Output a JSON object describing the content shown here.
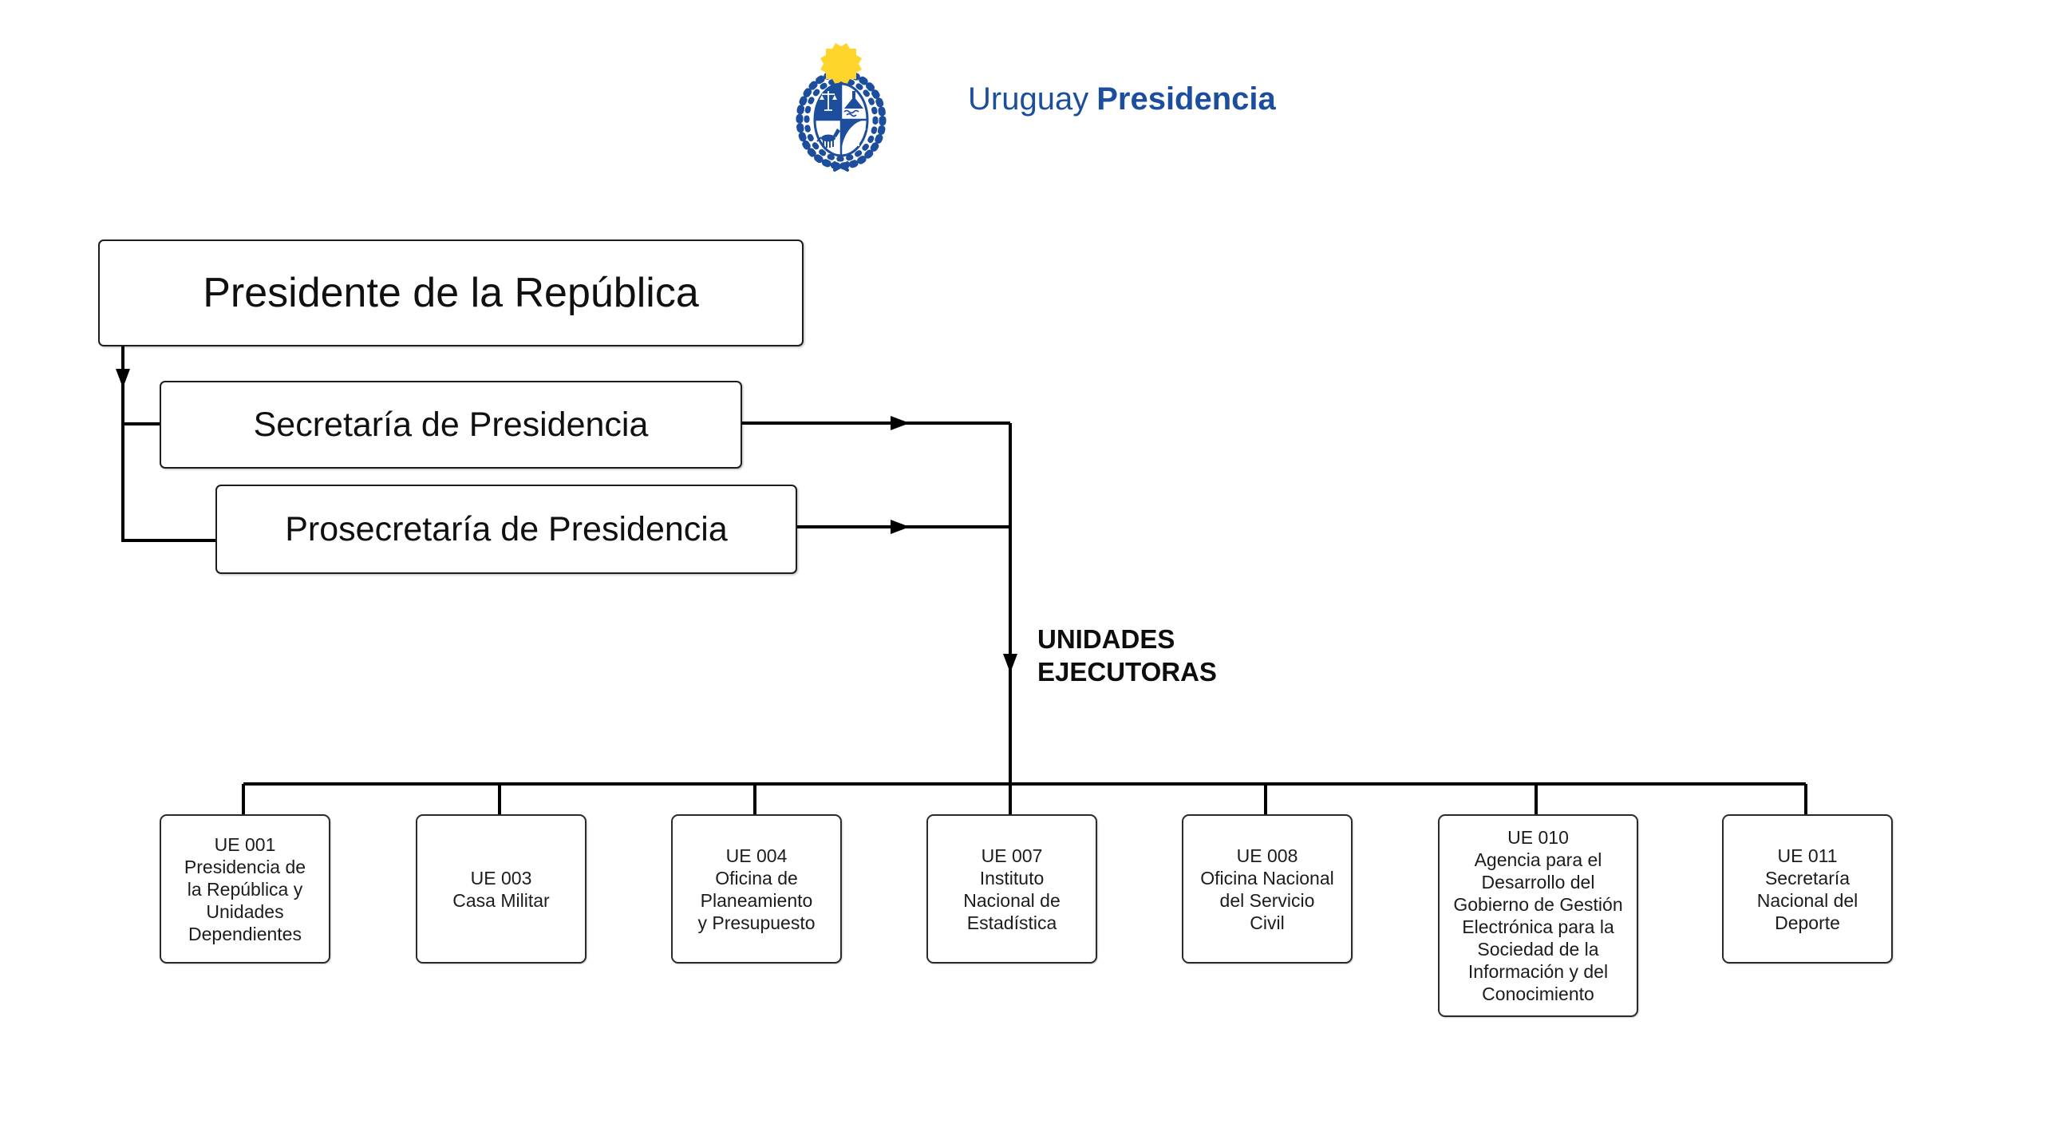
{
  "header": {
    "logo": {
      "emblem": "uruguay-coat-of-arms",
      "wordmark_regular": "Uruguay",
      "wordmark_bold": "Presidencia"
    }
  },
  "nodes": {
    "presidente": {
      "label": "Presidente de la República"
    },
    "secretaria": {
      "label": "Secretaría de Presidencia"
    },
    "prosecretaria": {
      "label": "Prosecretaría de Presidencia"
    }
  },
  "group_label": "UNIDADES\nEJECUTORAS",
  "children": [
    {
      "code": "UE 001",
      "name": "Presidencia de\nla República y\nUnidades\nDependientes"
    },
    {
      "code": "UE 003",
      "name": "Casa Militar"
    },
    {
      "code": "UE 004",
      "name": "Oficina de\nPlaneamiento\ny Presupuesto"
    },
    {
      "code": "UE 007",
      "name": "Instituto\nNacional de\nEstadística"
    },
    {
      "code": "UE 008",
      "name": "Oficina Nacional\ndel Servicio\nCivil"
    },
    {
      "code": "UE 010",
      "name": "Agencia para el\nDesarrollo del\nGobierno de Gestión\nElectrónica para la\nSociedad de la\nInformación y del\nConocimiento"
    },
    {
      "code": "UE 011",
      "name": "Secretaría\nNacional del\nDeporte"
    }
  ],
  "colors": {
    "brand_blue": "#1d4e9e",
    "sun_yellow": "#ffd42b",
    "connector_black": "#000000",
    "box_border": "#1d1d1d",
    "background": "#ffffff"
  }
}
